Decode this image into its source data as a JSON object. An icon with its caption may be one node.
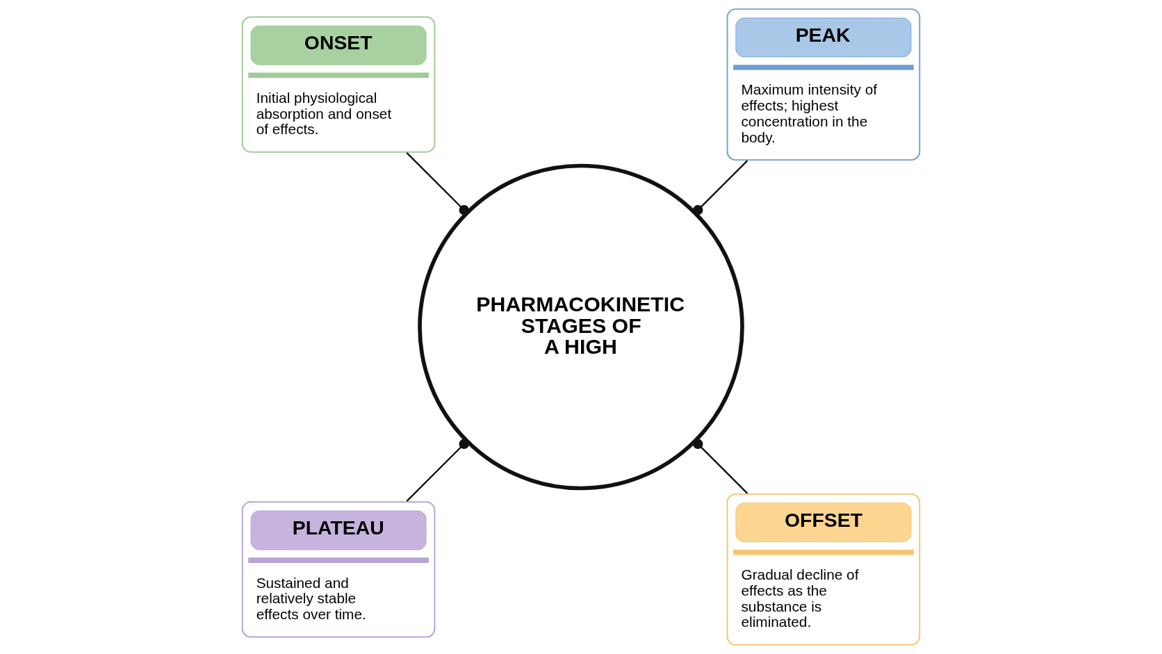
{
  "diagram": {
    "nodes": [
      {
        "text": [
          "ONSET",
          "Initial physiological absorption and onset of effects."
        ]
      },
      {
        "text": [
          "PEAK",
          "Maximum intensity of effects; highest concentration in the body."
        ]
      },
      {
        "text": [
          "PHARMACOKINETIC STAGES OF A HIGH"
        ]
      },
      {
        "text": [
          "PLATEAU",
          "Sustained and relatively stable effects over time."
        ]
      },
      {
        "text": [
          "OFFSET",
          "Gradual decline of effects as the substance is eliminated."
        ]
      }
    ],
    "edges": [
      {
        "from": 2,
        "to": 0,
        "arrow": "other"
      },
      {
        "from": 2,
        "to": 1,
        "arrow": "other"
      },
      {
        "from": 2,
        "to": 3,
        "arrow": "other"
      },
      {
        "from": 2,
        "to": 4,
        "arrow": "other"
      }
    ]
  }
}
